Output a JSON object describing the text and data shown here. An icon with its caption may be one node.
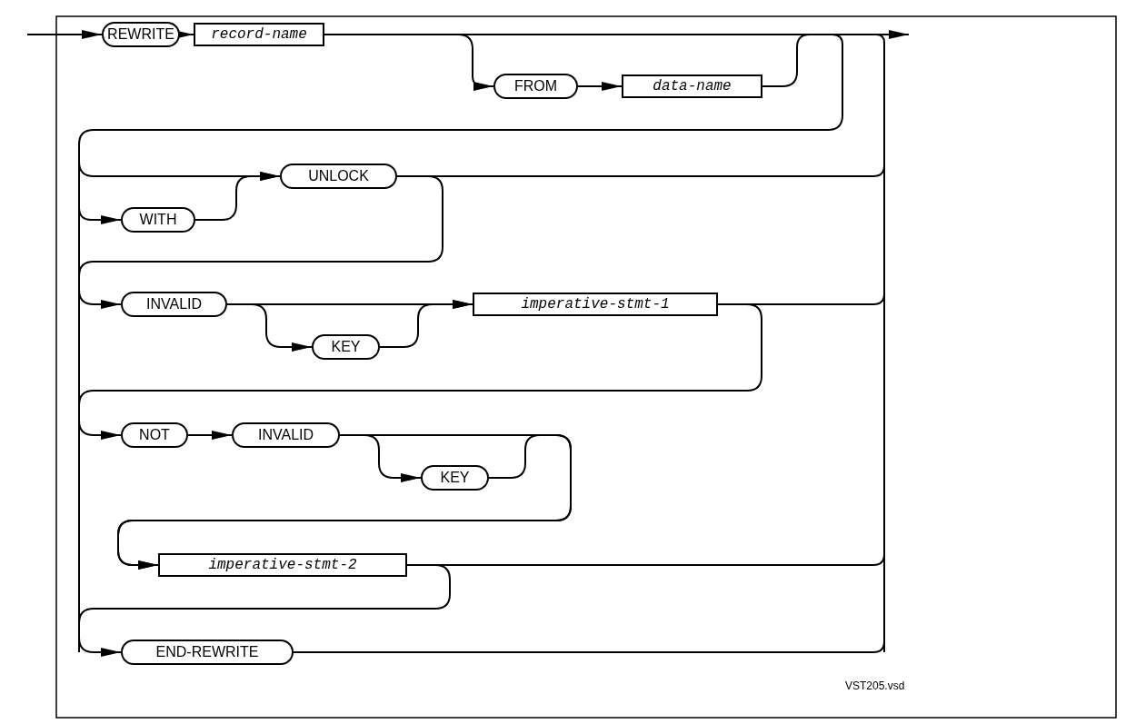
{
  "diagram": {
    "nodes": [
      {
        "text": [
          "REWRITE"
        ]
      },
      {
        "text": [
          "record-name"
        ]
      },
      {
        "text": [
          "FROM"
        ]
      },
      {
        "text": [
          "data-name"
        ]
      },
      {
        "text": [
          "UNLOCK"
        ]
      },
      {
        "text": [
          "WITH"
        ]
      },
      {
        "text": [
          "INVALID"
        ]
      },
      {
        "text": [
          "KEY"
        ]
      },
      {
        "text": [
          "imperative-stmt-1"
        ]
      },
      {
        "text": [
          "NOT"
        ]
      },
      {
        "text": [
          "INVALID"
        ]
      },
      {
        "text": [
          "KEY"
        ]
      },
      {
        "text": [
          "imperative-stmt-2"
        ]
      },
      {
        "text": [
          "END-REWRITE"
        ]
      }
    ],
    "edges": [
      {
        "from": null,
        "to": 0,
        "arrow": "to"
      },
      {
        "from": 0,
        "to": 1,
        "arrow": "to"
      },
      {
        "from": 1,
        "to": 2,
        "arrow": "to"
      },
      {
        "from": 2,
        "to": 3,
        "arrow": "to"
      },
      {
        "from": 3,
        "to": null,
        "arrow": "none"
      },
      {
        "from": 1,
        "to": null,
        "arrow": "to"
      },
      {
        "from": null,
        "to": 4,
        "arrow": "to"
      },
      {
        "from": null,
        "to": 5,
        "arrow": "to"
      },
      {
        "from": 5,
        "to": 4,
        "arrow": "to"
      },
      {
        "from": 4,
        "to": 6,
        "arrow": "to"
      },
      {
        "from": 4,
        "to": null,
        "arrow": "none"
      },
      {
        "from": 6,
        "to": 8,
        "arrow": "to"
      },
      {
        "from": 6,
        "to": 7,
        "arrow": "to"
      },
      {
        "from": 7,
        "to": 8,
        "arrow": "to"
      },
      {
        "from": 8,
        "to": 9,
        "arrow": "to"
      },
      {
        "from": 8,
        "to": null,
        "arrow": "none"
      },
      {
        "from": 9,
        "to": 10,
        "arrow": "to"
      },
      {
        "from": 10,
        "to": 11,
        "arrow": "to"
      },
      {
        "from": 10,
        "to": 12,
        "arrow": "to"
      },
      {
        "from": 11,
        "to": 12,
        "arrow": "to"
      },
      {
        "from": 12,
        "to": 13,
        "arrow": "to"
      },
      {
        "from": 12,
        "to": null,
        "arrow": "none"
      },
      {
        "from": 13,
        "to": null,
        "arrow": "none"
      }
    ],
    "labels": [
      "VST205.vsd"
    ]
  }
}
